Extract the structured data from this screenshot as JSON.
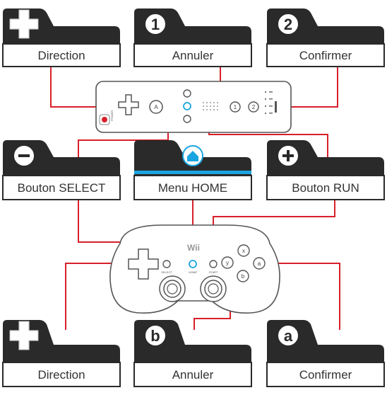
{
  "top_boxes": [
    {
      "label": "Direction",
      "badge_icon": "dpad-icon"
    },
    {
      "label": "Annuler",
      "badge": "1"
    },
    {
      "label": "Confirmer",
      "badge": "2"
    }
  ],
  "middle_boxes": [
    {
      "label": "Bouton SELECT",
      "badge_icon": "minus-icon"
    },
    {
      "label": "Menu HOME",
      "badge_icon": "home-icon"
    },
    {
      "label": "Bouton RUN",
      "badge_icon": "plus-icon"
    }
  ],
  "bottom_boxes": [
    {
      "label": "Direction",
      "badge_icon": "dpad-icon"
    },
    {
      "label": "Annuler",
      "badge": "b"
    },
    {
      "label": "Confirmer",
      "badge": "a"
    }
  ],
  "wii_remote": {
    "button_a": "A",
    "button_1": "1",
    "button_2": "2",
    "power": "POWER"
  },
  "classic_controller": {
    "logo": "Wii",
    "select": "SELECT",
    "home": "HOME",
    "start": "START",
    "button_x": "x",
    "button_y": "y",
    "button_a": "a",
    "button_b": "b"
  },
  "colors": {
    "dark": "#2a2a2a",
    "connector": "#d8202a",
    "home_accent": "#1aa5e0",
    "outline": "#555555"
  }
}
